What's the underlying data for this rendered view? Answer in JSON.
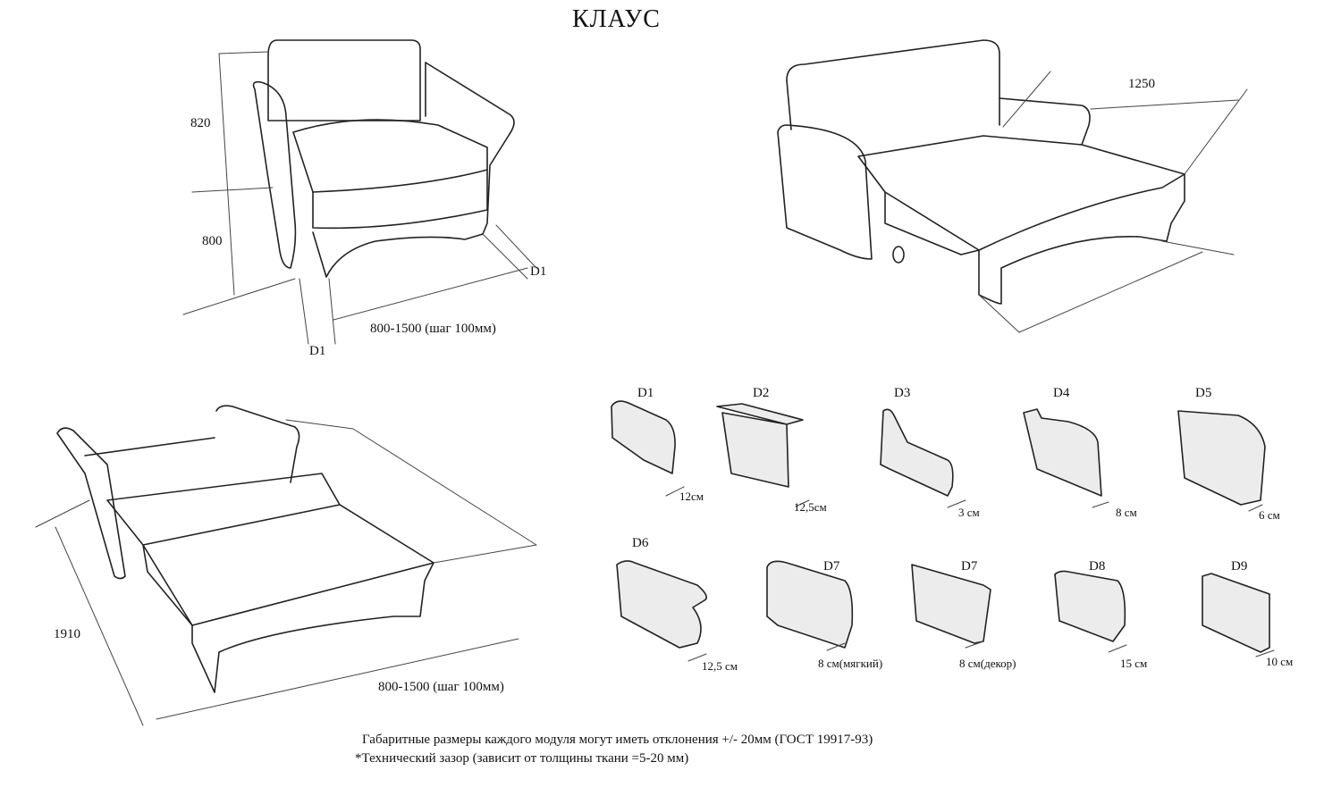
{
  "title": "КЛАУС",
  "views": {
    "armchair": {
      "height_back": "820",
      "height_seat": "800",
      "depth_right": "D1",
      "depth_left": "D1",
      "width": "800-1500 (шаг 100мм)"
    },
    "unfolded_right": {
      "length": "1250"
    },
    "unfolded_left": {
      "length": "1910",
      "width": "800-1500 (шаг 100мм)"
    }
  },
  "parts": [
    {
      "name": "D1",
      "size": "12см"
    },
    {
      "name": "D2",
      "size": "12,5см"
    },
    {
      "name": "D3",
      "size": "3 см"
    },
    {
      "name": "D4",
      "size": "8 см"
    },
    {
      "name": "D5",
      "size": "6 см"
    },
    {
      "name": "D6",
      "size": "12,5 см"
    },
    {
      "name": "D7",
      "size": "8 см(мягкий)"
    },
    {
      "name": "D7",
      "size": "8 см(декор)"
    },
    {
      "name": "D8",
      "size": "15 см"
    },
    {
      "name": "D9",
      "size": "10 см"
    }
  ],
  "notes": [
    "Габаритные размеры каждого модуля могут иметь отклонения +/- 20мм (ГОСТ 19917-93)",
    "*Технический зазор (зависит от толщины ткани =5-20 мм)"
  ]
}
